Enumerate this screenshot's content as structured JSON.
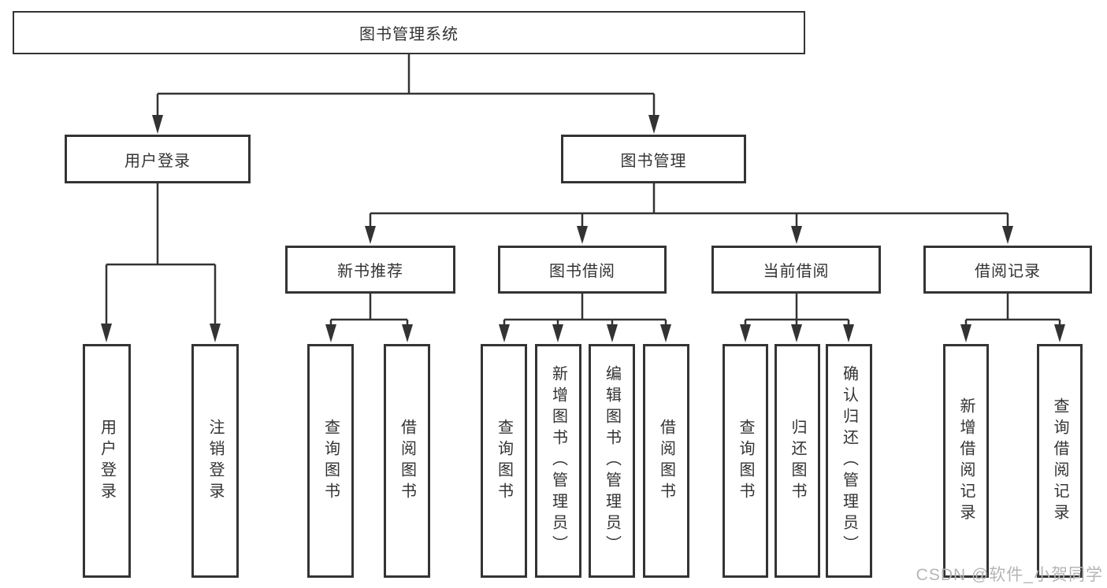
{
  "diagram": {
    "title": "图书管理系统",
    "tree": {
      "label": "图书管理系统",
      "children": [
        {
          "label": "用户登录",
          "children": [
            {
              "label": "用户登录"
            },
            {
              "label": "注销登录"
            }
          ]
        },
        {
          "label": "图书管理",
          "children": [
            {
              "label": "新书推荐",
              "children": [
                {
                  "label": "查询图书"
                },
                {
                  "label": "借阅图书"
                }
              ]
            },
            {
              "label": "图书借阅",
              "children": [
                {
                  "label": "查询图书"
                },
                {
                  "label": "新增图书（管理员）"
                },
                {
                  "label": "编辑图书（管理员）"
                },
                {
                  "label": "借阅图书"
                }
              ]
            },
            {
              "label": "当前借阅",
              "children": [
                {
                  "label": "查询图书"
                },
                {
                  "label": "归还图书"
                },
                {
                  "label": "确认归还（管理员）"
                }
              ]
            },
            {
              "label": "借阅记录",
              "children": [
                {
                  "label": "新增借阅记录"
                },
                {
                  "label": "查询借阅记录"
                }
              ]
            }
          ]
        }
      ]
    }
  },
  "watermark": {
    "text": "CSDN @软件_小贺同学"
  },
  "colors": {
    "line_color": "#333333",
    "box_border": "#343434",
    "box_fill": "#ffffff",
    "text_color": "#333333",
    "watermark_color": "#b5b5b5",
    "bg_color": "#ffffff"
  }
}
